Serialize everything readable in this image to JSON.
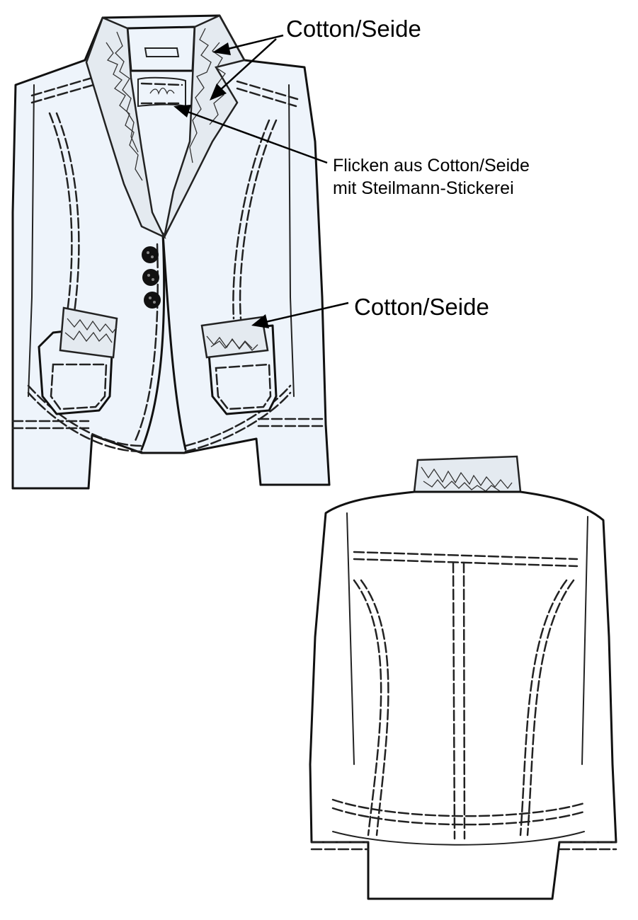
{
  "annotations": {
    "collar_fabric": "Cotton/Seide",
    "patch_line1": "Flicken aus Cotton/Seide",
    "patch_line2": "mit Steilmann-Stickerei",
    "pocket_fabric": "Cotton/Seide"
  },
  "colors": {
    "jacket_fill": "#eef4fb",
    "outline": "#111111",
    "background": "#ffffff"
  }
}
